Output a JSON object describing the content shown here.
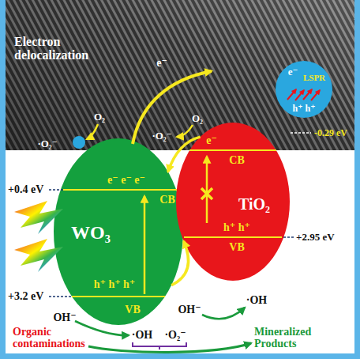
{
  "diagram": {
    "nodes": [
      {
        "text": [
          "WO₃",
          "CB",
          "VB",
          "e⁻ e⁻ e⁻",
          "h⁺ h⁺ h⁺"
        ]
      },
      {
        "text": [
          "TiO₂",
          "CB",
          "VB",
          "e⁻",
          "h⁺ h⁺"
        ]
      },
      {
        "text": [
          "LSPR",
          "e⁻",
          "h⁺ h⁺"
        ]
      }
    ],
    "edges": [
      {
        "from": 1,
        "to": 0,
        "arrow": "to"
      },
      {
        "from": 0,
        "to": 1,
        "arrow": "to"
      }
    ],
    "labels": [
      "Electron delocalization",
      "e⁻",
      "O₂",
      "·O₂⁻",
      "O₂",
      "·O₂⁻",
      "-0.29 eV",
      "+0.4 eV",
      "+3.2 eV",
      "+2.95 eV",
      "OH⁻",
      "OH⁻",
      "·OH",
      "Organic contaminations",
      "·OH",
      "·O₂⁻",
      "Mineralized Products"
    ]
  }
}
